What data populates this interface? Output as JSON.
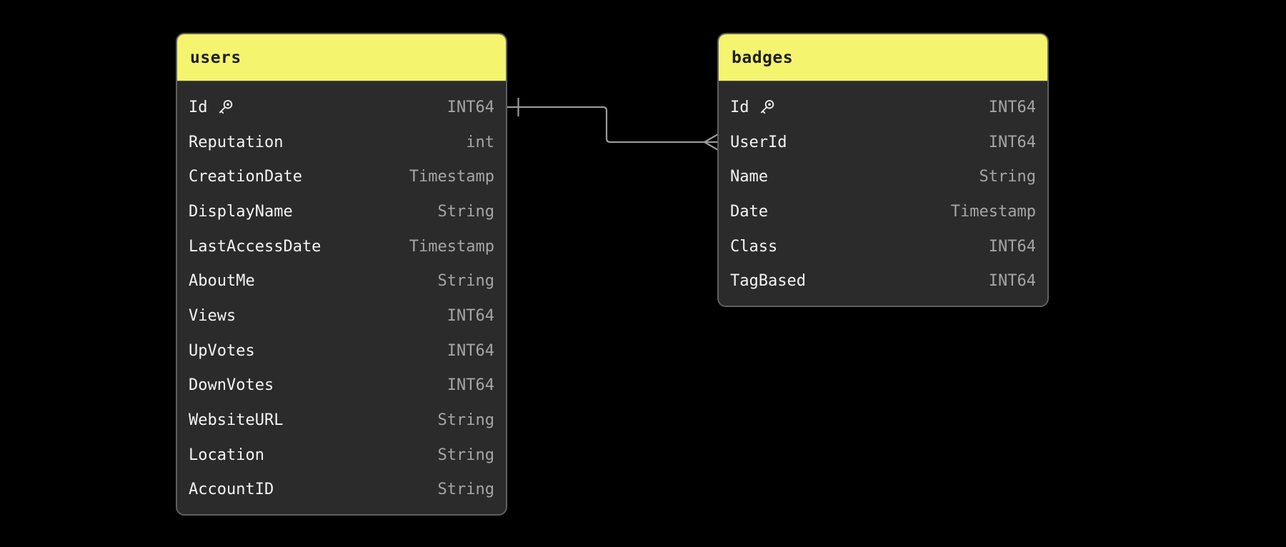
{
  "diagram": {
    "background": "#000000",
    "tables": {
      "users": {
        "title": "users",
        "fields": [
          {
            "name": "Id",
            "type": "INT64",
            "key": true
          },
          {
            "name": "Reputation",
            "type": "int"
          },
          {
            "name": "CreationDate",
            "type": "Timestamp"
          },
          {
            "name": "DisplayName",
            "type": "String"
          },
          {
            "name": "LastAccessDate",
            "type": "Timestamp"
          },
          {
            "name": "AboutMe",
            "type": "String"
          },
          {
            "name": "Views",
            "type": "INT64"
          },
          {
            "name": "UpVotes",
            "type": "INT64"
          },
          {
            "name": "DownVotes",
            "type": "INT64"
          },
          {
            "name": "WebsiteURL",
            "type": "String"
          },
          {
            "name": "Location",
            "type": "String"
          },
          {
            "name": "AccountID",
            "type": "String"
          }
        ]
      },
      "badges": {
        "title": "badges",
        "fields": [
          {
            "name": "Id",
            "type": "INT64",
            "key": true
          },
          {
            "name": "UserId",
            "type": "INT64"
          },
          {
            "name": "Name",
            "type": "String"
          },
          {
            "name": "Date",
            "type": "Timestamp"
          },
          {
            "name": "Class",
            "type": "INT64"
          },
          {
            "name": "TagBased",
            "type": "INT64"
          }
        ]
      }
    },
    "relationships": [
      {
        "from_table": "users",
        "from_field": "Id",
        "from_cardinality": "one",
        "to_table": "badges",
        "to_field": "UserId",
        "to_cardinality": "many"
      }
    ],
    "colors": {
      "table_header": "#f5f46e",
      "table_body": "#2b2b2b",
      "table_border": "#606060",
      "header_text": "#1f1f1f",
      "field_name_text": "#f4f4f4",
      "field_type_text": "#a6a6a6",
      "relationship_line": "#999999"
    }
  }
}
